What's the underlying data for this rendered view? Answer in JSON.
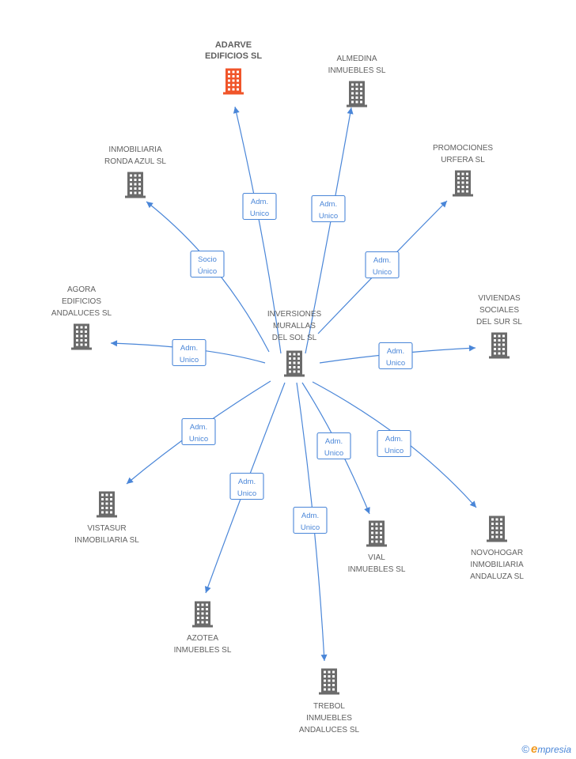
{
  "diagram": {
    "center": {
      "label_lines": [
        "INVERSIONES",
        "MURALLAS",
        "DEL SOL SL"
      ],
      "icon": "building-icon",
      "color": "#6b6b6b"
    },
    "nodes": [
      {
        "id": "adarve",
        "label_lines": [
          "ADARVE",
          "EDIFICIOS SL"
        ],
        "relation_lines": [
          "Adm.",
          "Unico"
        ],
        "icon": "building-icon",
        "color": "#f0552a",
        "focus": true
      },
      {
        "id": "almedina",
        "label_lines": [
          "ALMEDINA",
          "INMUEBLES SL"
        ],
        "relation_lines": [
          "Adm.",
          "Unico"
        ],
        "icon": "building-icon",
        "color": "#6b6b6b"
      },
      {
        "id": "ronda",
        "label_lines": [
          "INMOBILIARIA",
          "RONDA AZUL SL"
        ],
        "relation_lines": [
          "Socio",
          "Único"
        ],
        "icon": "building-icon",
        "color": "#6b6b6b"
      },
      {
        "id": "urfera",
        "label_lines": [
          "PROMOCIONES",
          "URFERA SL"
        ],
        "relation_lines": [
          "Adm.",
          "Unico"
        ],
        "icon": "building-icon",
        "color": "#6b6b6b"
      },
      {
        "id": "agora",
        "label_lines": [
          "AGORA",
          "EDIFICIOS",
          "ANDALUCES SL"
        ],
        "relation_lines": [
          "Adm.",
          "Unico"
        ],
        "icon": "building-icon",
        "color": "#6b6b6b"
      },
      {
        "id": "viviendas",
        "label_lines": [
          "VIVIENDAS",
          "SOCIALES",
          "DEL SUR SL"
        ],
        "relation_lines": [
          "Adm.",
          "Unico"
        ],
        "icon": "building-icon",
        "color": "#6b6b6b"
      },
      {
        "id": "vistasur",
        "label_lines": [
          "VISTASUR",
          "INMOBILIARIA SL"
        ],
        "relation_lines": [
          "Adm.",
          "Unico"
        ],
        "icon": "building-icon",
        "color": "#6b6b6b"
      },
      {
        "id": "azotea",
        "label_lines": [
          "AZOTEA",
          "INMUEBLES SL"
        ],
        "relation_lines": [
          "Adm.",
          "Unico"
        ],
        "icon": "building-icon",
        "color": "#6b6b6b"
      },
      {
        "id": "trebol",
        "label_lines": [
          "TREBOL",
          "INMUEBLES",
          "ANDALUCES SL"
        ],
        "relation_lines": [
          "Adm.",
          "Unico"
        ],
        "icon": "building-icon",
        "color": "#6b6b6b"
      },
      {
        "id": "vial",
        "label_lines": [
          "VIAL",
          "INMUEBLES SL"
        ],
        "relation_lines": [
          "Adm.",
          "Unico"
        ],
        "icon": "building-icon",
        "color": "#6b6b6b"
      },
      {
        "id": "novohogar",
        "label_lines": [
          "NOVOHOGAR",
          "INMOBILIARIA",
          "ANDALUZA SL"
        ],
        "relation_lines": [
          "Adm.",
          "Unico"
        ],
        "icon": "building-icon",
        "color": "#6b6b6b"
      }
    ],
    "edge_color": "#4a86d8"
  },
  "footer": {
    "copyright_symbol": "©",
    "brand_initial": "e",
    "brand_rest": "mpresia"
  }
}
